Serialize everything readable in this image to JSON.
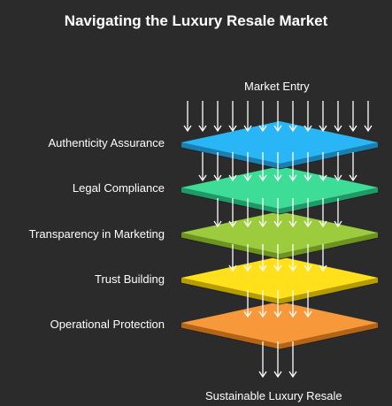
{
  "title": "Navigating the Luxury Resale Market",
  "top_label": "Market Entry",
  "bottom_label": "Sustainable Luxury Resale",
  "layers": [
    {
      "label": "Authenticity Assurance",
      "color": "#29b6f6",
      "edge": "#1a7fb0"
    },
    {
      "label": "Legal Compliance",
      "color": "#3ddc97",
      "edge": "#1f9a66"
    },
    {
      "label": "Transparency in Marketing",
      "color": "#9ccc3d",
      "edge": "#6d9420"
    },
    {
      "label": "Trust Building",
      "color": "#ffe01a",
      "edge": "#b59d00"
    },
    {
      "label": "Operational Protection",
      "color": "#f7983a",
      "edge": "#b46416"
    }
  ]
}
